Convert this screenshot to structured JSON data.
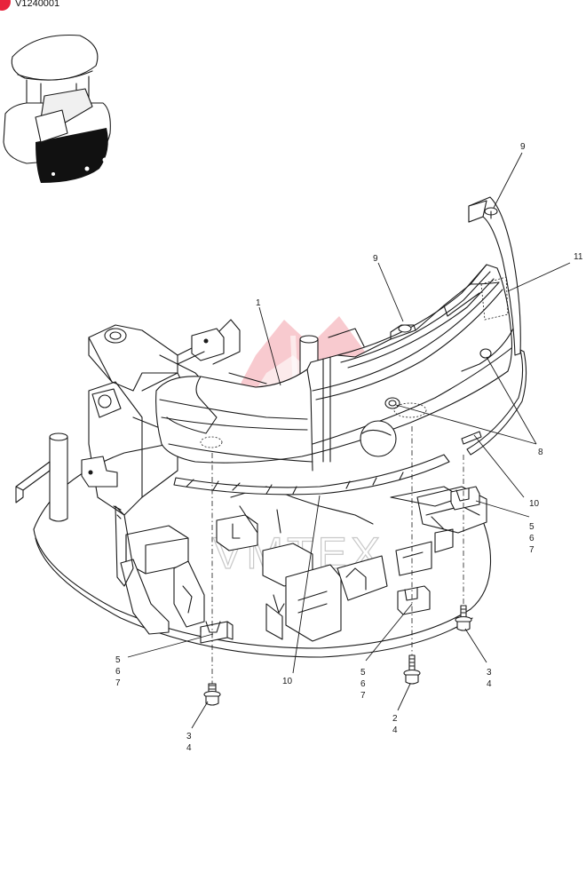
{
  "diagram": {
    "code": "V1240001",
    "watermark": "VMTEX",
    "callouts": {
      "c1": "1",
      "c9a": "9",
      "c9b": "9",
      "c11": "11",
      "c8": "8",
      "c10a": "10",
      "c10b": "10",
      "c567a": [
        "5",
        "6",
        "7"
      ],
      "c567b": [
        "5",
        "6",
        "7"
      ],
      "c567c": [
        "5",
        "6",
        "7"
      ],
      "c34a": [
        "3",
        "4"
      ],
      "c34b": [
        "3",
        "4"
      ],
      "c24": [
        "2",
        "4"
      ]
    }
  },
  "colors": {
    "badge": "#e8243c",
    "watermark": "#f3a0a8",
    "ink": "#1a1a1a"
  }
}
